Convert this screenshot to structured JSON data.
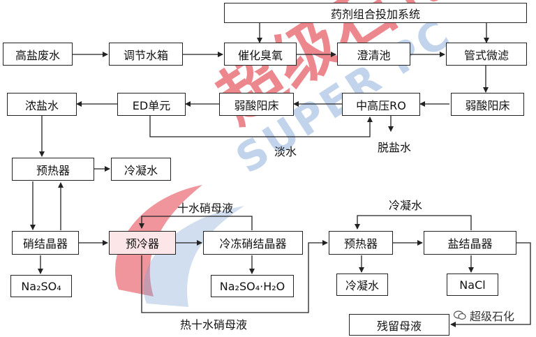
{
  "boxes": {
    "dosing_system": "药剂组合投加系统",
    "high_salt_wastewater": "高盐废水",
    "regulating_tank": "调节水箱",
    "catalytic_ozonation": "催化臭氧",
    "clarifier": "澄清池",
    "tubular_microfiltration": "管式微滤",
    "concentrated_brine": "浓盐水",
    "ed_unit": "ED单元",
    "weak_acid_cation_bed_1": "弱酸阳床",
    "medium_high_pressure_ro": "中高压RO",
    "weak_acid_cation_bed_2": "弱酸阳床",
    "preheater_1": "预热器",
    "condensate_1": "冷凝水",
    "mirabilite_crystallizer": "硝结晶器",
    "precooler": "预冷器",
    "freeze_mirabilite_crystallizer": "冷冻硝结晶器",
    "preheater_2": "预热器",
    "salt_crystallizer": "盐结晶器",
    "sodium_sulfate": "Na₂SO₄",
    "sodium_sulfate_hydrate": "Na₂SO₄·H₂O",
    "condensate_2": "冷凝水",
    "sodium_chloride": "NaCl",
    "residual_mother_liquor": "残留母液"
  },
  "labels": {
    "fresh_water": "淡水",
    "desalinated_water": "脱盐水",
    "decahydrate_mother_liquor": "十水硝母液",
    "condensate_top": "冷凝水",
    "hot_decahydrate_mother_liquor": "热十水硝母液"
  },
  "watermark": {
    "chinese": "超级石化",
    "english": "SUPER PC"
  },
  "brand": {
    "name": "超级石化"
  },
  "colors": {
    "line": "#222222",
    "watermark_red": "#e23e48",
    "watermark_blue": "#78a0d2",
    "precooler_fill": "#fde6e8"
  }
}
